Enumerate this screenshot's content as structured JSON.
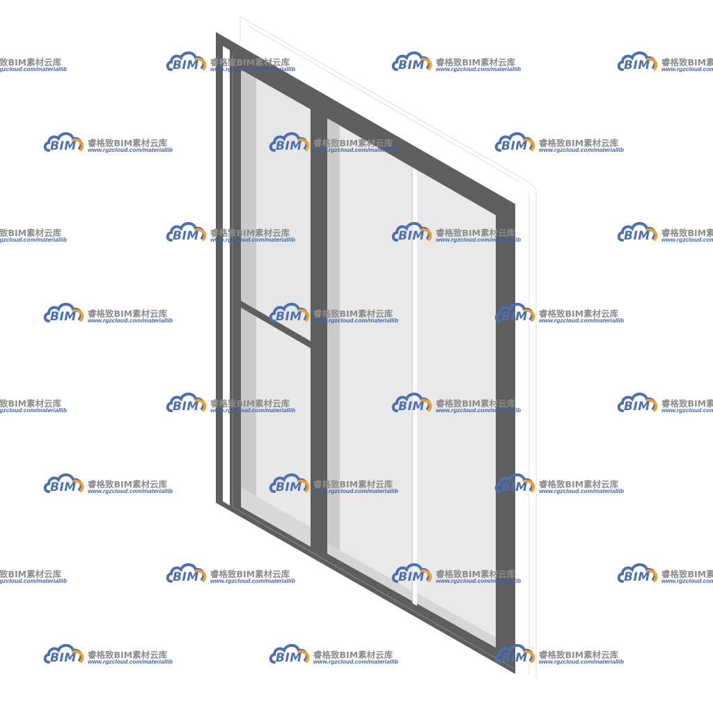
{
  "window_model": {
    "frame_color": "#5e5e5e",
    "glass_color": "#e9e9e9",
    "glass_shade_color": "#c9c9c9",
    "outline_color": "#d9d9d9"
  },
  "watermark": {
    "brand": "BIM",
    "name": "睿格致BIM素材云库",
    "url": "www.rgzcloud.com/materiallib",
    "cloud_color": "#4a6fb5",
    "accent_color": "#f0a030",
    "icon": "cloud-icon"
  }
}
